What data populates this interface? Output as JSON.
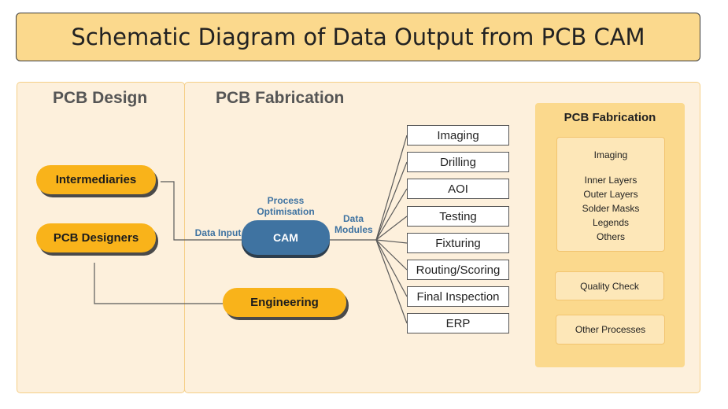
{
  "title": "Schematic Diagram of Data Output from PCB CAM",
  "sections": {
    "design": "PCB Design",
    "fabrication": "PCB Fabrication"
  },
  "nodes": {
    "intermediaries": "Intermediaries",
    "pcb_designers": "PCB Designers",
    "engineering": "Engineering",
    "cam": "CAM"
  },
  "labels": {
    "process_optimisation": "Process Optimisation",
    "data_input": "Data Input",
    "data_modules": "Data Modules"
  },
  "modules": [
    "Imaging",
    "Drilling",
    "AOI",
    "Testing",
    "Fixturing",
    "Routing/Scoring",
    "Final Inspection",
    "ERP"
  ],
  "fab_panel": {
    "title": "PCB Fabrication",
    "imaging_heading": "Imaging",
    "imaging_items": [
      "Inner Layers",
      "Outer Layers",
      "Solder Masks",
      "Legends",
      "Others"
    ],
    "quality_check": "Quality Check",
    "other_processes": "Other Processes"
  },
  "colors": {
    "title_fill": "#fbd98d",
    "panel_fill": "#fdf0dc",
    "pill_fill": "#f9b31a",
    "cam_fill": "#3f73a1",
    "label_blue": "#3f73a1"
  }
}
